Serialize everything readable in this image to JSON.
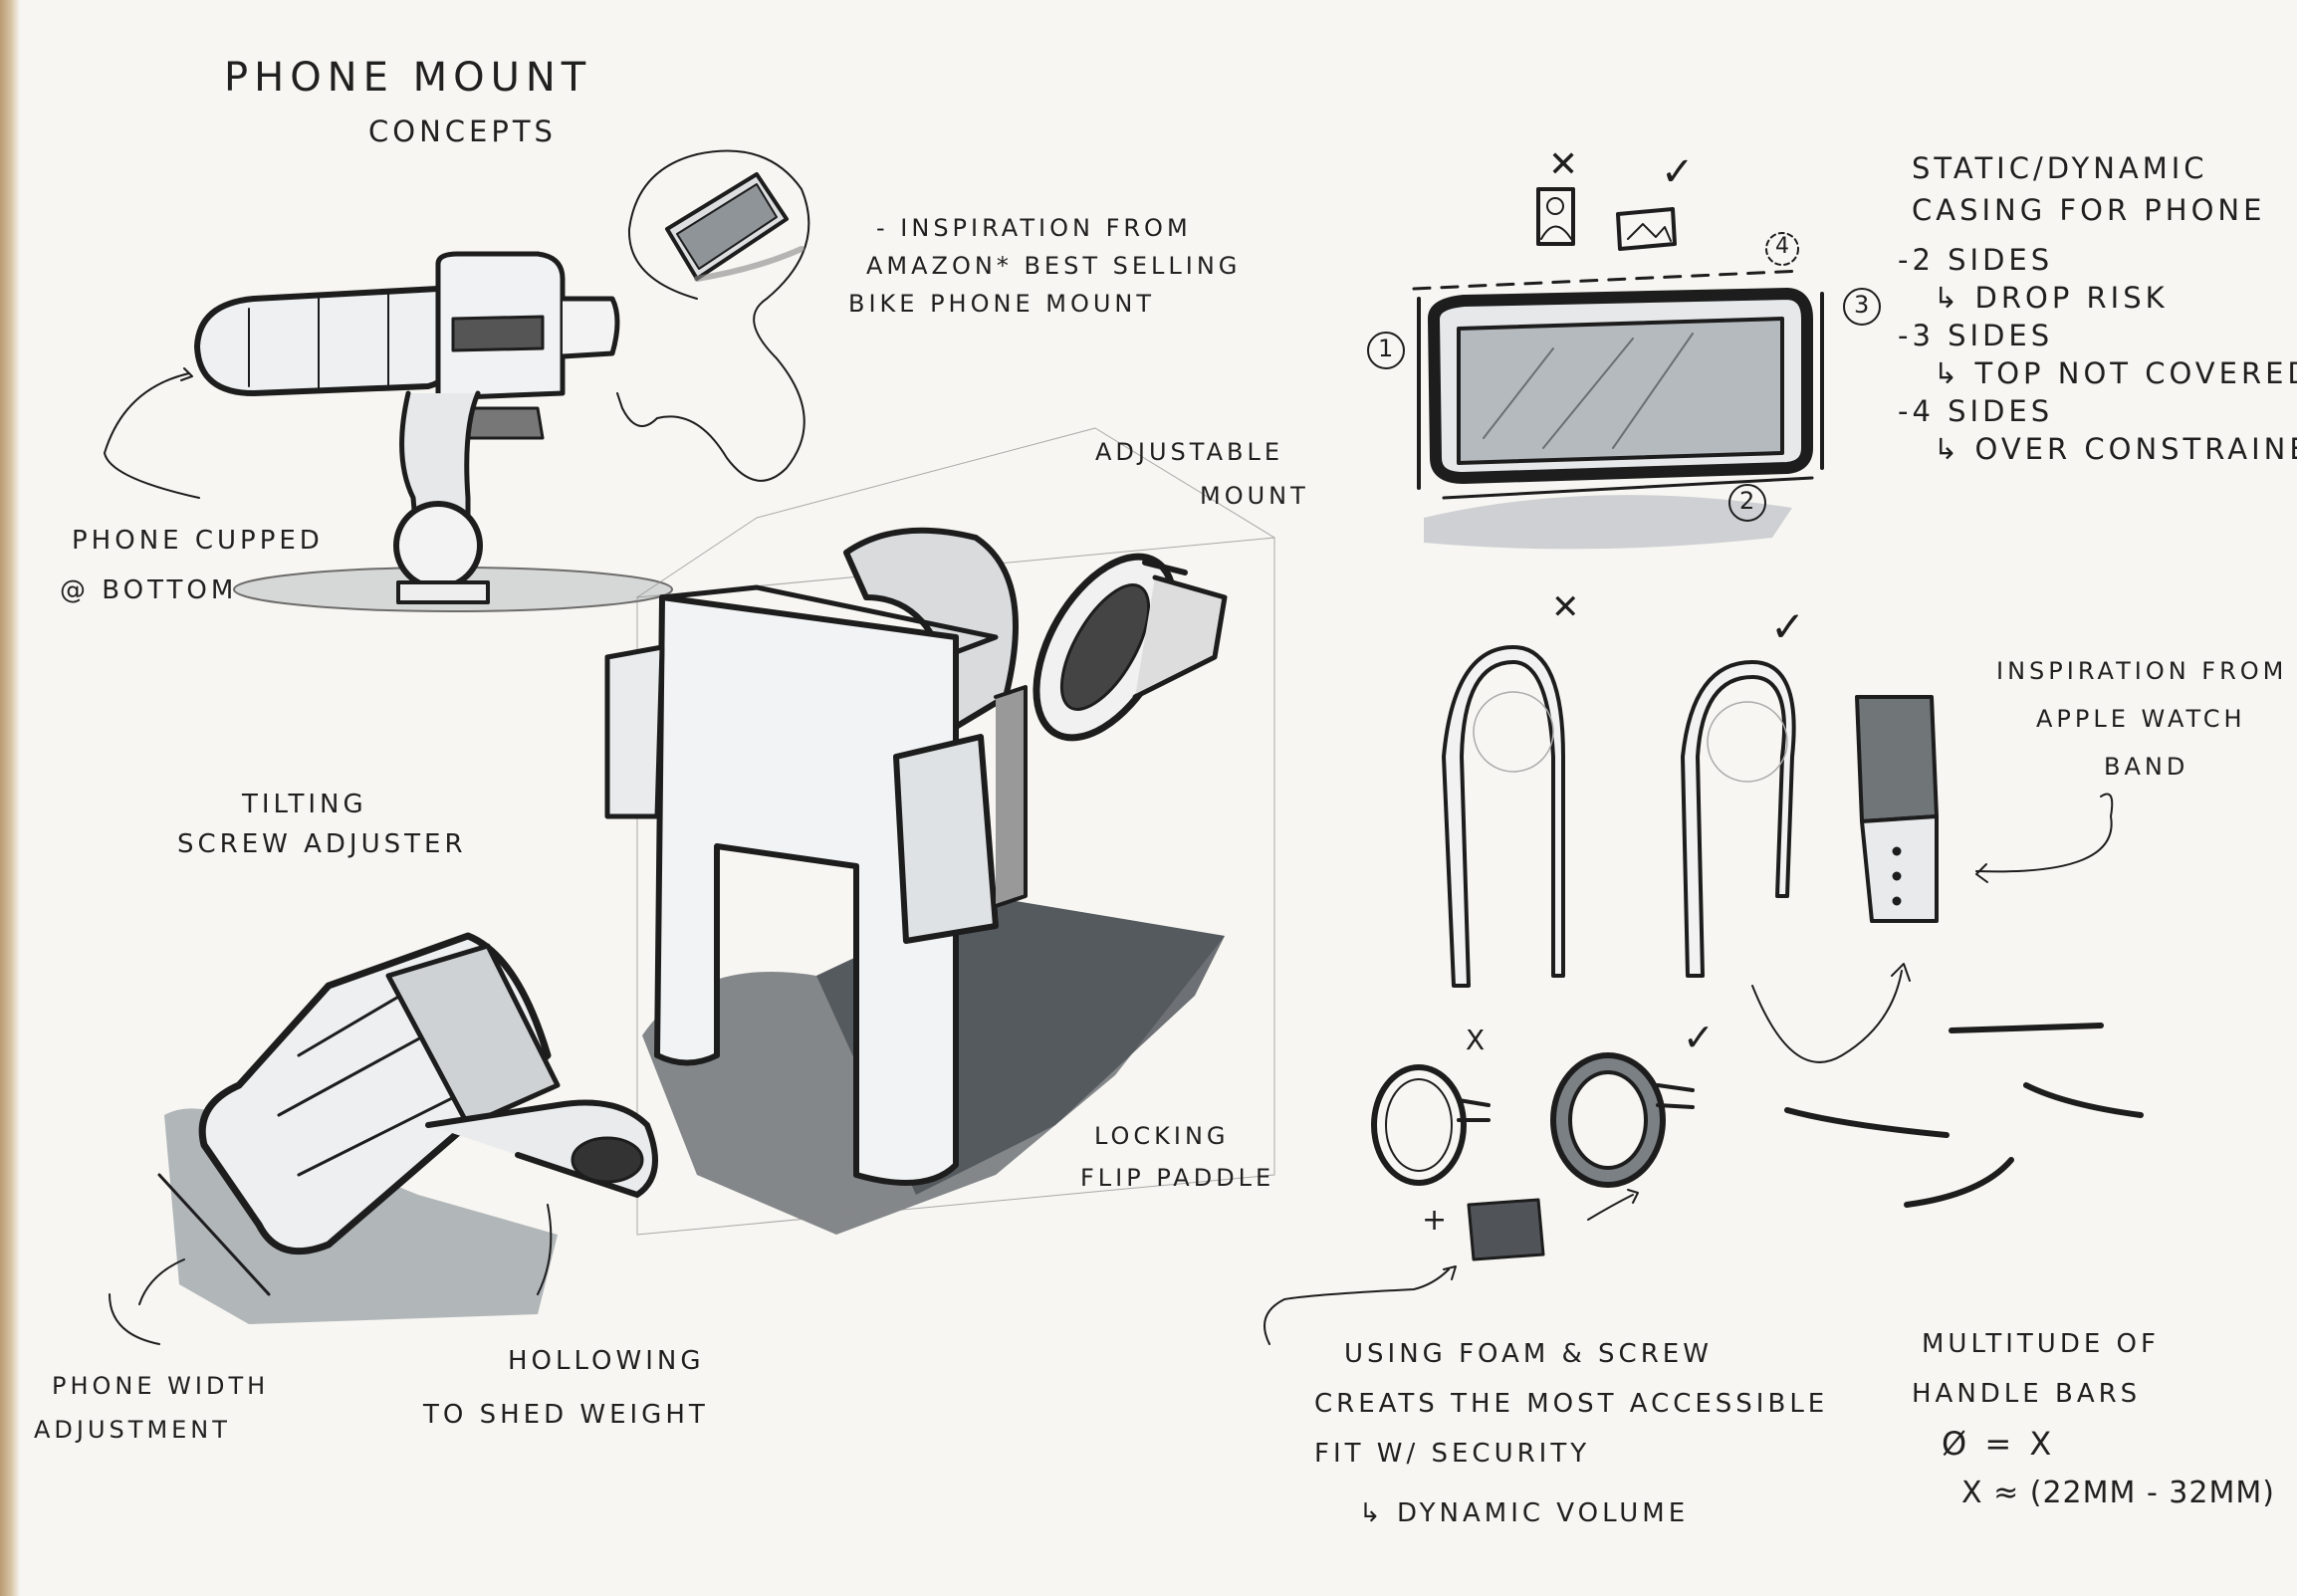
{
  "title": {
    "line1": "PHONE MOUNT",
    "line2": "CONCEPTS"
  },
  "notes": {
    "phone_cupped": {
      "line1": "PHONE CUPPED",
      "line2": "@ BOTTOM"
    },
    "inspiration_amazon": {
      "line1": "- INSPIRATION FROM",
      "line2": "AMAZON* BEST SELLING",
      "line3": "BIKE PHONE MOUNT"
    },
    "adjustable_mount": {
      "line1": "ADJUSTABLE",
      "line2": "MOUNT"
    },
    "tilting": {
      "line1": "TILTING",
      "line2": "SCREW ADJUSTER"
    },
    "locking": {
      "line1": "LOCKING",
      "line2": "FLIP PADDLE"
    },
    "phone_width": {
      "line1": "PHONE WIDTH",
      "line2": "ADJUSTMENT"
    },
    "hollowing": {
      "line1": "HOLLOWING",
      "line2": "TO SHED WEIGHT"
    },
    "static_dynamic": {
      "line1": "STATIC/DYNAMIC",
      "line2": "CASING FOR PHONE",
      "line3": "-2 SIDES",
      "line4": "↳ DROP RISK",
      "line5": "-3 SIDES",
      "line6": "↳ TOP NOT COVERED",
      "line7": "-4 SIDES",
      "line8": "↳ OVER CONSTRAINED"
    },
    "apple_watch": {
      "line1": "INSPIRATION FROM",
      "line2": "APPLE WATCH",
      "line3": "BAND"
    },
    "foam_screw": {
      "line1": "USING FOAM & SCREW",
      "line2": "CREATS THE MOST ACCESSIBLE",
      "line3": "FIT W/ SECURITY",
      "line4": "↳ DYNAMIC VOLUME"
    },
    "handle_bars": {
      "line1": "MULTITUDE OF",
      "line2": "HANDLE BARS",
      "line3": "Ø = X",
      "line4": "X ≈ (22mm - 32mm)"
    }
  },
  "marks": {
    "x_portrait": "✕",
    "check_landscape": "✓",
    "x_band": "✕",
    "check_band": "✓",
    "x_clamp": "X",
    "check_clamp": "✓",
    "plus": "+",
    "side1": "1",
    "side2": "2",
    "side3": "3",
    "side4": "4"
  },
  "colors": {
    "ink": "#1d1d1d",
    "marker_gray": "#9aa0a6",
    "marker_dark": "#5c6166",
    "paper": "#f7f6f2"
  }
}
